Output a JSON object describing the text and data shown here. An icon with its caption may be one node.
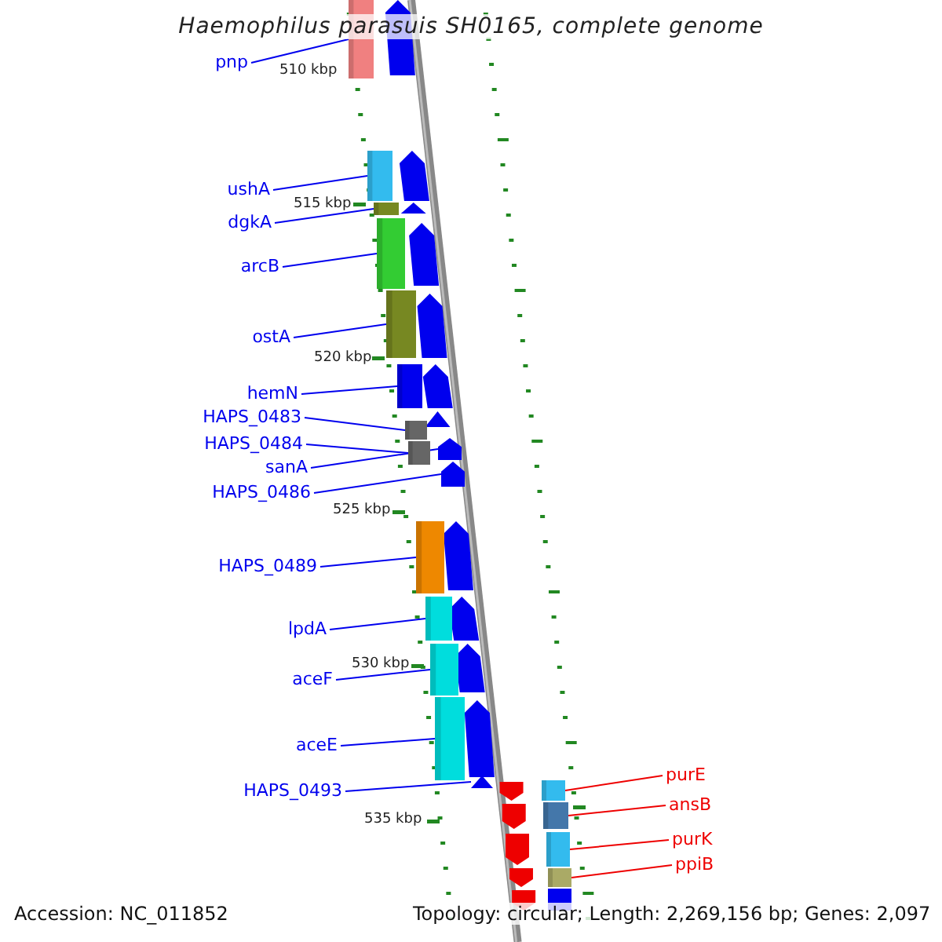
{
  "diagram": {
    "title": "Haemophilus parasuis SH0165, complete genome",
    "nodes": [
      {
        "text": [
          "pnp"
        ]
      },
      {
        "text": [
          "ushA"
        ]
      },
      {
        "text": [
          "dgkA"
        ]
      },
      {
        "text": [
          "arcB"
        ]
      },
      {
        "text": [
          "ostA"
        ]
      },
      {
        "text": [
          "hemN"
        ]
      },
      {
        "text": [
          "HAPS_0483"
        ]
      },
      {
        "text": [
          "HAPS_0484"
        ]
      },
      {
        "text": [
          "sanA"
        ]
      },
      {
        "text": [
          "HAPS_0486"
        ]
      },
      {
        "text": [
          "HAPS_0489"
        ]
      },
      {
        "text": [
          "lpdA"
        ]
      },
      {
        "text": [
          "aceF"
        ]
      },
      {
        "text": [
          "aceE"
        ]
      },
      {
        "text": [
          "HAPS_0493"
        ]
      },
      {
        "text": [
          "purE"
        ]
      },
      {
        "text": [
          "ansB"
        ]
      },
      {
        "text": [
          "purK"
        ]
      },
      {
        "text": [
          "ppiB"
        ]
      },
      {
        "text": [],
        "shape": "box"
      },
      {
        "text": [],
        "shape": "box"
      },
      {
        "text": [],
        "shape": "box"
      },
      {
        "text": [],
        "shape": "box"
      },
      {
        "text": [],
        "shape": "box"
      },
      {
        "text": [],
        "shape": "box"
      },
      {
        "text": [],
        "shape": "box"
      },
      {
        "text": [],
        "shape": "box"
      },
      {
        "text": [],
        "shape": "arrow"
      },
      {
        "text": [],
        "shape": "arrow"
      },
      {
        "text": [],
        "shape": "box"
      },
      {
        "text": [],
        "shape": "box"
      },
      {
        "text": [],
        "shape": "box"
      },
      {
        "text": [],
        "shape": "box"
      },
      {
        "text": [],
        "shape": "triangle"
      },
      {
        "text": [],
        "shape": "box"
      },
      {
        "text": [],
        "shape": "box"
      },
      {
        "text": [],
        "shape": "box"
      },
      {
        "text": [],
        "shape": "box"
      }
    ],
    "edges": [
      {
        "from": 0,
        "to": 19,
        "arrow": "none"
      },
      {
        "from": 1,
        "to": 20,
        "arrow": "none"
      },
      {
        "from": 2,
        "to": 21,
        "arrow": "none"
      },
      {
        "from": 3,
        "to": 22,
        "arrow": "none"
      },
      {
        "from": 4,
        "to": 23,
        "arrow": "none"
      },
      {
        "from": 5,
        "to": 24,
        "arrow": "none"
      },
      {
        "from": 6,
        "to": 25,
        "arrow": "none"
      },
      {
        "from": 7,
        "to": 26,
        "arrow": "none"
      },
      {
        "from": 8,
        "to": 27,
        "arrow": "none"
      },
      {
        "from": 9,
        "to": 28,
        "arrow": "none"
      },
      {
        "from": 10,
        "to": 29,
        "arrow": "none"
      },
      {
        "from": 11,
        "to": 30,
        "arrow": "none"
      },
      {
        "from": 12,
        "to": 31,
        "arrow": "none"
      },
      {
        "from": 13,
        "to": 32,
        "arrow": "none"
      },
      {
        "from": 14,
        "to": 33,
        "arrow": "none"
      },
      {
        "from": 15,
        "to": 34,
        "arrow": "none",
        "color": "#ee0000"
      },
      {
        "from": 16,
        "to": 35,
        "arrow": "none",
        "color": "#ee0000"
      },
      {
        "from": 17,
        "to": 36,
        "arrow": "none",
        "color": "#ee0000"
      },
      {
        "from": 18,
        "to": 37,
        "arrow": "none",
        "color": "#ee0000"
      }
    ],
    "labels": [
      "510 kbp",
      "515 kbp",
      "520 kbp",
      "525 kbp",
      "530 kbp",
      "535 kbp",
      "Accession: NC_011852",
      "Topology: circular; Length: 2,269,156 bp; Genes: 2,097"
    ]
  }
}
